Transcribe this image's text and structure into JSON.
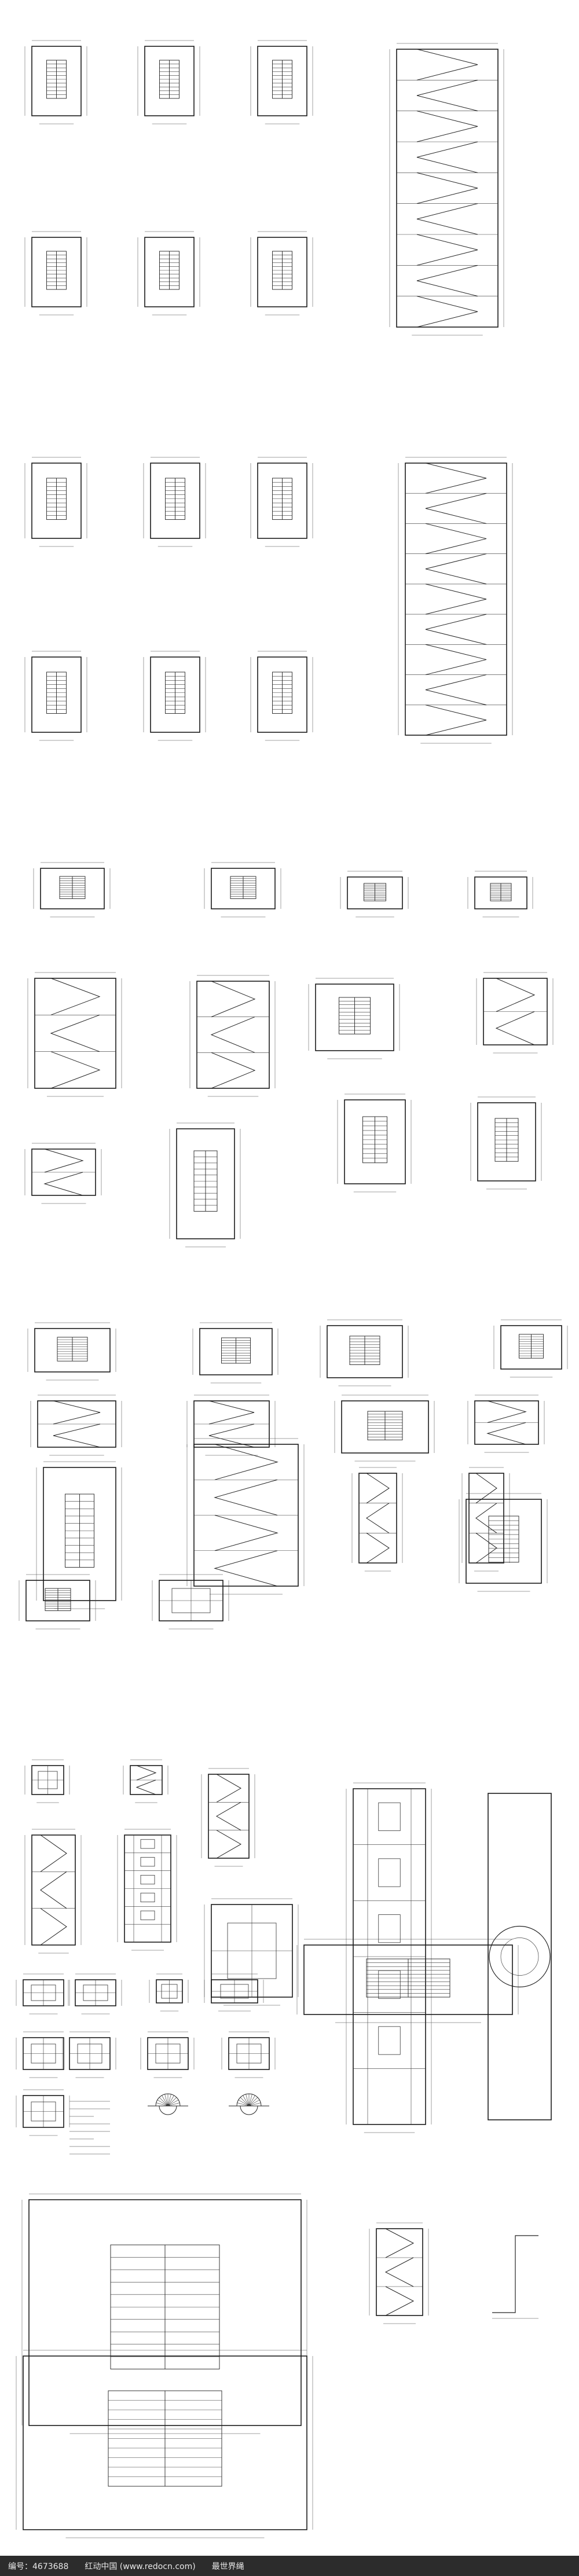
{
  "footer": {
    "id_text": "编号：4673688",
    "site_text": "红动中国 (www.redocn.com)",
    "author_text": "最世界绳"
  },
  "colors": {
    "line": "#1a1a1a",
    "background": "#ffffff",
    "footer_bg": "#2c2c2c"
  },
  "drawings": [
    {
      "name": "stair-plan-1",
      "type": "plan"
    },
    {
      "name": "stair-plan-2",
      "type": "plan"
    },
    {
      "name": "stair-plan-3",
      "type": "plan"
    },
    {
      "name": "stair-plan-4",
      "type": "plan"
    },
    {
      "name": "stair-plan-5",
      "type": "plan"
    },
    {
      "name": "stair-plan-6",
      "type": "plan"
    },
    {
      "name": "stair-section-1",
      "type": "section"
    },
    {
      "name": "stair-plan-7",
      "type": "plan"
    },
    {
      "name": "stair-plan-8",
      "type": "plan"
    },
    {
      "name": "stair-plan-9",
      "type": "plan"
    },
    {
      "name": "stair-plan-10",
      "type": "plan"
    },
    {
      "name": "stair-plan-11",
      "type": "plan"
    },
    {
      "name": "stair-plan-12",
      "type": "plan"
    },
    {
      "name": "stair-section-2",
      "type": "section"
    },
    {
      "name": "stair-plan-13",
      "type": "plan"
    },
    {
      "name": "stair-plan-14",
      "type": "plan"
    },
    {
      "name": "stair-plan-15",
      "type": "plan"
    },
    {
      "name": "stair-plan-16",
      "type": "plan"
    },
    {
      "name": "stair-section-3",
      "type": "section"
    },
    {
      "name": "stair-section-4",
      "type": "section"
    },
    {
      "name": "stair-plan-17",
      "type": "plan"
    },
    {
      "name": "stair-section-5",
      "type": "section"
    },
    {
      "name": "stair-section-6",
      "type": "section"
    },
    {
      "name": "stair-plan-18",
      "type": "plan"
    },
    {
      "name": "stair-plan-19",
      "type": "plan"
    },
    {
      "name": "stair-plan-20",
      "type": "plan"
    },
    {
      "name": "stair-plan-21",
      "type": "plan"
    },
    {
      "name": "stair-plan-22",
      "type": "plan"
    },
    {
      "name": "stair-plan-23",
      "type": "plan"
    },
    {
      "name": "stair-plan-24",
      "type": "plan"
    },
    {
      "name": "stair-section-7",
      "type": "section"
    },
    {
      "name": "stair-section-8",
      "type": "section"
    },
    {
      "name": "stair-plan-25",
      "type": "plan"
    },
    {
      "name": "stair-section-9",
      "type": "section"
    },
    {
      "name": "stair-plan-26",
      "type": "plan"
    },
    {
      "name": "stair-section-10",
      "type": "section"
    },
    {
      "name": "stair-section-11",
      "type": "section"
    },
    {
      "name": "stair-section-12",
      "type": "section"
    },
    {
      "name": "stair-plan-27",
      "type": "plan"
    },
    {
      "name": "stair-plan-28",
      "type": "plan"
    },
    {
      "name": "elevator-plan-1",
      "type": "grid"
    },
    {
      "name": "elevator-plan-2",
      "type": "grid"
    },
    {
      "name": "elevator-section-1",
      "type": "section"
    },
    {
      "name": "elevator-section-2",
      "type": "section"
    },
    {
      "name": "elevator-section-3",
      "type": "section"
    },
    {
      "name": "elevator-tall-section-1",
      "type": "tall"
    },
    {
      "name": "elevator-tall-section-2",
      "type": "tall"
    },
    {
      "name": "site-plan-round",
      "type": "round"
    },
    {
      "name": "elevator-plan-3",
      "type": "grid"
    },
    {
      "name": "elevator-plan-4",
      "type": "grid"
    },
    {
      "name": "elevator-plan-5",
      "type": "grid"
    },
    {
      "name": "elevator-plan-6",
      "type": "grid"
    },
    {
      "name": "elevator-plan-7",
      "type": "grid"
    },
    {
      "name": "elevator-plan-8",
      "type": "grid"
    },
    {
      "name": "elevator-plan-9",
      "type": "grid"
    },
    {
      "name": "elevator-plan-10",
      "type": "grid"
    },
    {
      "name": "elevator-plan-11",
      "type": "grid"
    },
    {
      "name": "elevator-plan-12",
      "type": "grid"
    },
    {
      "name": "notes-block",
      "type": "notes"
    },
    {
      "name": "spiral-stair-plan-1",
      "type": "arc"
    },
    {
      "name": "spiral-stair-plan-2",
      "type": "arc"
    },
    {
      "name": "stair-plan-29",
      "type": "plan"
    },
    {
      "name": "stair-plan-30",
      "type": "plan"
    },
    {
      "name": "stair-plan-31",
      "type": "plan"
    },
    {
      "name": "stair-section-13",
      "type": "section"
    },
    {
      "name": "ramp-section",
      "type": "ramp"
    }
  ]
}
